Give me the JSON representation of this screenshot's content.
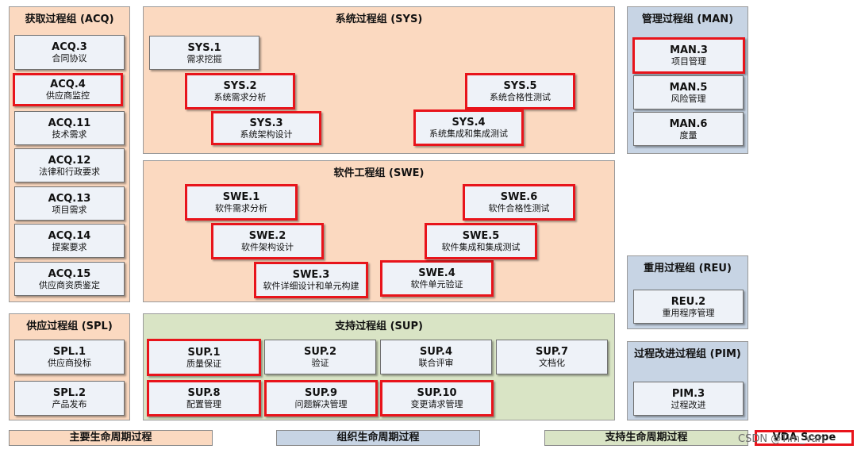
{
  "groups": {
    "acq": {
      "title": "获取过程组 (ACQ)"
    },
    "sys": {
      "title": "系统过程组 (SYS)"
    },
    "man": {
      "title": "管理过程组 (MAN)"
    },
    "swe": {
      "title": "软件工程组 (SWE)"
    },
    "reu": {
      "title": "重用过程组 (REU)"
    },
    "pim": {
      "title": "过程改进过程组 (PIM)"
    },
    "spl": {
      "title": "供应过程组 (SPL)"
    },
    "sup": {
      "title": "支持过程组 (SUP)"
    }
  },
  "processes": {
    "acq3": {
      "code": "ACQ.3",
      "name": "合同协议",
      "in_scope": false
    },
    "acq4": {
      "code": "ACQ.4",
      "name": "供应商监控",
      "in_scope": true
    },
    "acq11": {
      "code": "ACQ.11",
      "name": "技术需求",
      "in_scope": false
    },
    "acq12": {
      "code": "ACQ.12",
      "name": "法律和行政要求",
      "in_scope": false
    },
    "acq13": {
      "code": "ACQ.13",
      "name": "项目需求",
      "in_scope": false
    },
    "acq14": {
      "code": "ACQ.14",
      "name": "提案要求",
      "in_scope": false
    },
    "acq15": {
      "code": "ACQ.15",
      "name": "供应商资质鉴定",
      "in_scope": false
    },
    "sys1": {
      "code": "SYS.1",
      "name": "需求挖掘",
      "in_scope": false
    },
    "sys2": {
      "code": "SYS.2",
      "name": "系统需求分析",
      "in_scope": true
    },
    "sys3": {
      "code": "SYS.3",
      "name": "系统架构设计",
      "in_scope": true
    },
    "sys4": {
      "code": "SYS.4",
      "name": "系统集成和集成测试",
      "in_scope": true
    },
    "sys5": {
      "code": "SYS.5",
      "name": "系统合格性测试",
      "in_scope": true
    },
    "man3": {
      "code": "MAN.3",
      "name": "项目管理",
      "in_scope": true
    },
    "man5": {
      "code": "MAN.5",
      "name": "风险管理",
      "in_scope": false
    },
    "man6": {
      "code": "MAN.6",
      "name": "度量",
      "in_scope": false
    },
    "swe1": {
      "code": "SWE.1",
      "name": "软件需求分析",
      "in_scope": true
    },
    "swe2": {
      "code": "SWE.2",
      "name": "软件架构设计",
      "in_scope": true
    },
    "swe3": {
      "code": "SWE.3",
      "name": "软件详细设计和单元构建",
      "in_scope": true
    },
    "swe4": {
      "code": "SWE.4",
      "name": "软件单元验证",
      "in_scope": true
    },
    "swe5": {
      "code": "SWE.5",
      "name": "软件集成和集成测试",
      "in_scope": true
    },
    "swe6": {
      "code": "SWE.6",
      "name": "软件合格性测试",
      "in_scope": true
    },
    "reu2": {
      "code": "REU.2",
      "name": "重用程序管理",
      "in_scope": false
    },
    "pim3": {
      "code": "PIM.3",
      "name": "过程改进",
      "in_scope": false
    },
    "spl1": {
      "code": "SPL.1",
      "name": "供应商投标",
      "in_scope": false
    },
    "spl2": {
      "code": "SPL.2",
      "name": "产品发布",
      "in_scope": false
    },
    "sup1": {
      "code": "SUP.1",
      "name": "质量保证",
      "in_scope": true
    },
    "sup2": {
      "code": "SUP.2",
      "name": "验证",
      "in_scope": false
    },
    "sup4": {
      "code": "SUP.4",
      "name": "联合评审",
      "in_scope": false
    },
    "sup7": {
      "code": "SUP.7",
      "name": "文档化",
      "in_scope": false
    },
    "sup8": {
      "code": "SUP.8",
      "name": "配置管理",
      "in_scope": true
    },
    "sup9": {
      "code": "SUP.9",
      "name": "问题解决管理",
      "in_scope": true
    },
    "sup10": {
      "code": "SUP.10",
      "name": "变更请求管理",
      "in_scope": true
    }
  },
  "legend": {
    "primary": "主要生命周期过程",
    "organizational": "组织生命周期过程",
    "support": "支持生命周期过程",
    "vda_scope": "VDA Scope"
  },
  "watermark": "CSDN @Tim_Van",
  "colors": {
    "primary_bg": "#fbd9c0",
    "organizational_bg": "#c7d4e4",
    "support_bg": "#d9e4c5",
    "process_box_bg": "#eef2f8",
    "vda_scope_border": "#e8141b"
  }
}
